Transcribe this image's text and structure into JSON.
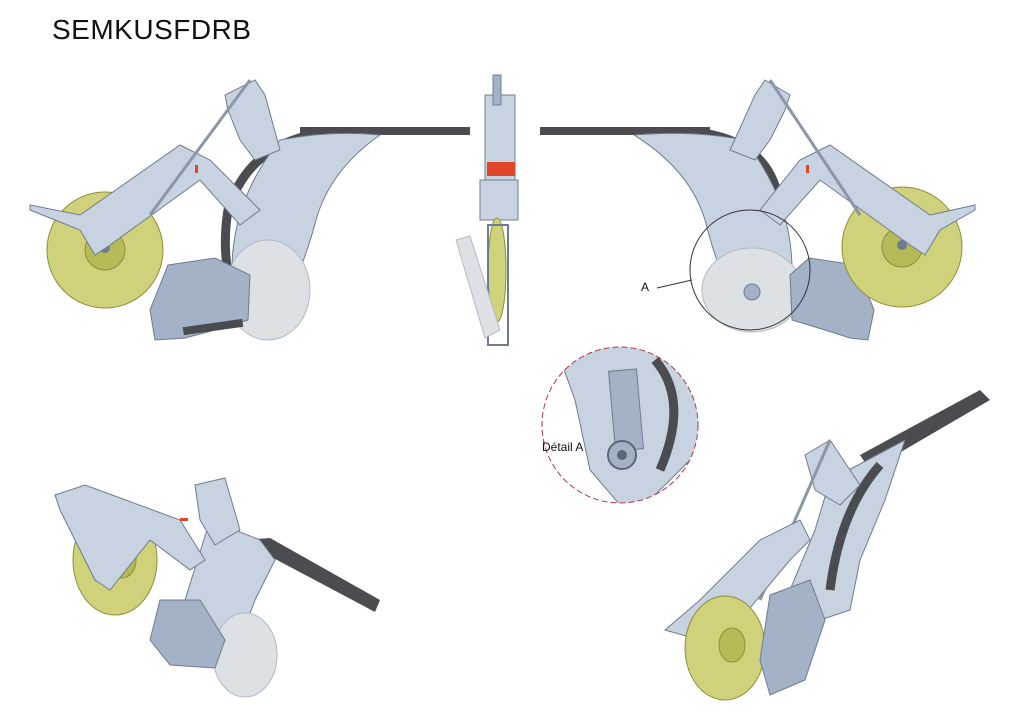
{
  "title": "SEMKUSFDRB",
  "callout_label": "A",
  "detail_label": "Détail A",
  "colors": {
    "plate": "#c8d3e2",
    "plate_dark": "#a3b2c7",
    "plate_edge": "#6f7c8d",
    "wheel": "#cfd27a",
    "wheel_hub": "#b6ba57",
    "beam": "#4a4c50",
    "disc": "#dde1e6",
    "accent": "#e0462a",
    "detail_circle": "#b03a44"
  },
  "views": [
    {
      "name": "side-view-left",
      "icon": "seed-drill-unit-side-view-icon"
    },
    {
      "name": "front-view",
      "icon": "seed-drill-unit-front-view-icon"
    },
    {
      "name": "side-view-right",
      "icon": "seed-drill-unit-side-view-mirrored-icon"
    },
    {
      "name": "iso-view-left",
      "icon": "seed-drill-unit-isometric-left-icon"
    },
    {
      "name": "iso-view-right",
      "icon": "seed-drill-unit-isometric-right-icon"
    },
    {
      "name": "detail-view",
      "icon": "detail-a-magnified-icon"
    }
  ]
}
